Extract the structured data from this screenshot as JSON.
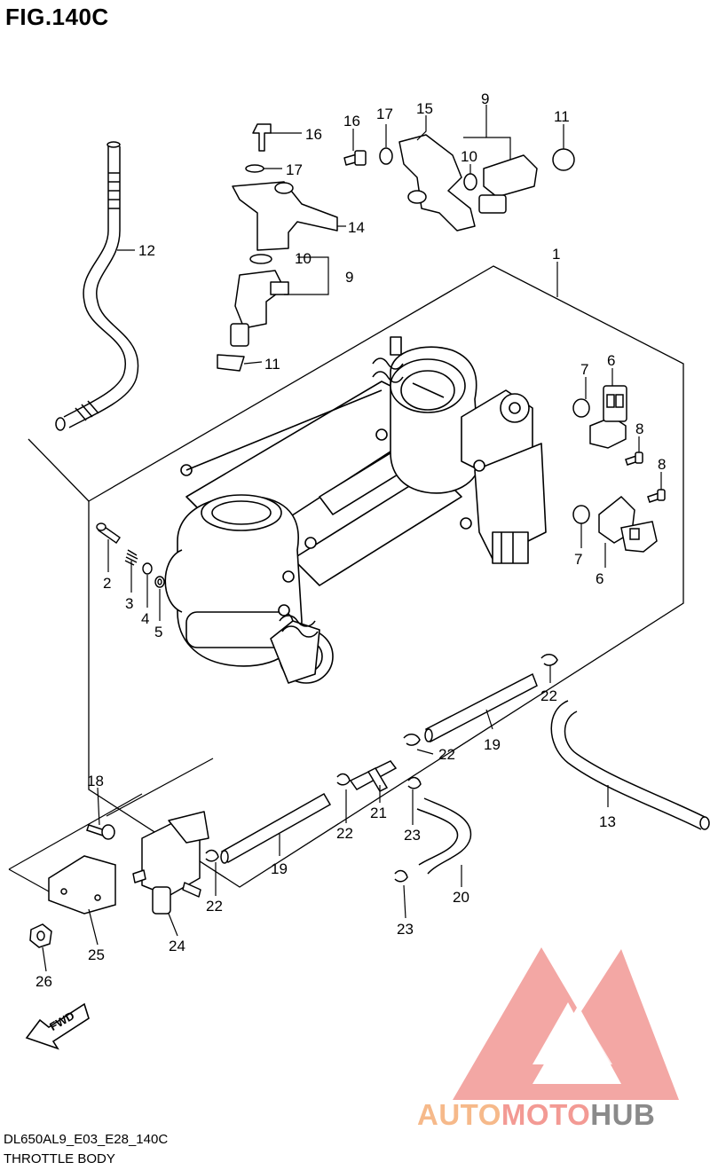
{
  "figure": {
    "title": "FIG.140C"
  },
  "footer": {
    "code": "DL650AL9_E03_E28_140C",
    "name": "THROTTLE BODY"
  },
  "fwd_label": "FWD",
  "watermark": {
    "part1": "AUTO",
    "part2": "MOTO",
    "part3": "HUB",
    "colors": {
      "auto": "#f6b98a",
      "moto": "#f39a94",
      "hub": "#8a8a8a",
      "logo": "#f08a86"
    }
  },
  "callouts": [
    {
      "id": "c1",
      "label": "1"
    },
    {
      "id": "c2",
      "label": "2"
    },
    {
      "id": "c3",
      "label": "3"
    },
    {
      "id": "c4",
      "label": "4"
    },
    {
      "id": "c5",
      "label": "5"
    },
    {
      "id": "c6a",
      "label": "6"
    },
    {
      "id": "c6b",
      "label": "6"
    },
    {
      "id": "c7a",
      "label": "7"
    },
    {
      "id": "c7b",
      "label": "7"
    },
    {
      "id": "c8a",
      "label": "8"
    },
    {
      "id": "c8b",
      "label": "8"
    },
    {
      "id": "c9a",
      "label": "9"
    },
    {
      "id": "c9b",
      "label": "9"
    },
    {
      "id": "c10a",
      "label": "10"
    },
    {
      "id": "c10b",
      "label": "10"
    },
    {
      "id": "c11a",
      "label": "11"
    },
    {
      "id": "c11b",
      "label": "11"
    },
    {
      "id": "c12",
      "label": "12"
    },
    {
      "id": "c13",
      "label": "13"
    },
    {
      "id": "c14",
      "label": "14"
    },
    {
      "id": "c15",
      "label": "15"
    },
    {
      "id": "c16a",
      "label": "16"
    },
    {
      "id": "c16b",
      "label": "16"
    },
    {
      "id": "c17a",
      "label": "17"
    },
    {
      "id": "c17b",
      "label": "17"
    },
    {
      "id": "c18",
      "label": "18"
    },
    {
      "id": "c19a",
      "label": "19"
    },
    {
      "id": "c19b",
      "label": "19"
    },
    {
      "id": "c20",
      "label": "20"
    },
    {
      "id": "c21",
      "label": "21"
    },
    {
      "id": "c22a",
      "label": "22"
    },
    {
      "id": "c22b",
      "label": "22"
    },
    {
      "id": "c22c",
      "label": "22"
    },
    {
      "id": "c22d",
      "label": "22"
    },
    {
      "id": "c23a",
      "label": "23"
    },
    {
      "id": "c23b",
      "label": "23"
    },
    {
      "id": "c24",
      "label": "24"
    },
    {
      "id": "c25",
      "label": "25"
    },
    {
      "id": "c26",
      "label": "26"
    }
  ]
}
